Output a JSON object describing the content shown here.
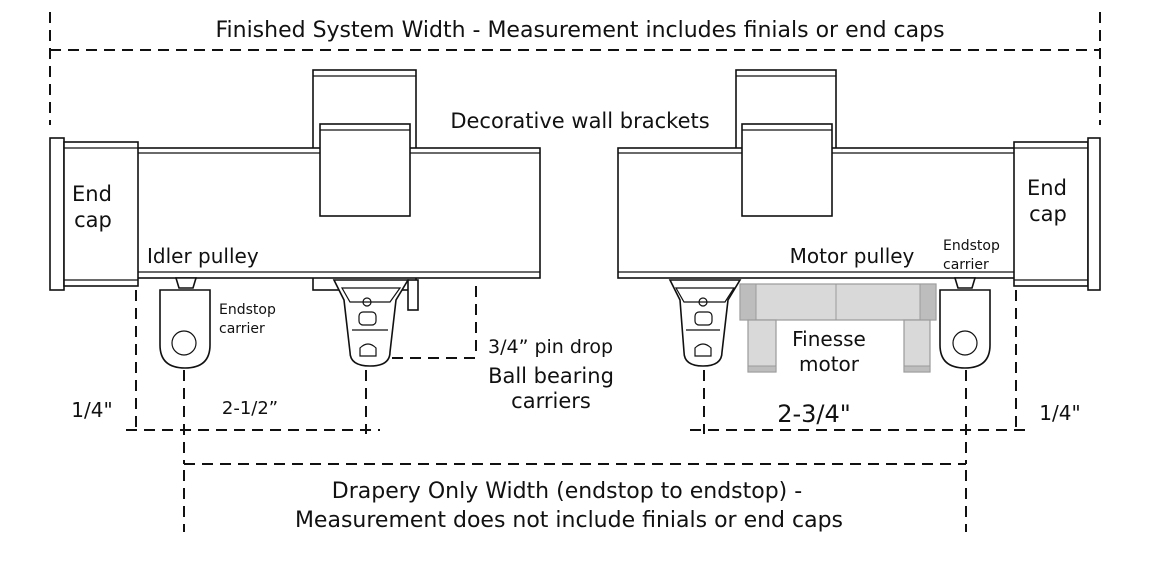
{
  "labels": {
    "finished_width": "Finished System Width - Measurement includes finials or end caps",
    "brackets": "Decorative wall brackets",
    "end_cap_left_1": "End",
    "end_cap_left_2": "cap",
    "end_cap_right_1": "End",
    "end_cap_right_2": "cap",
    "idler_pulley": "Idler pulley",
    "motor_pulley": "Motor pulley",
    "endstop_carrier_left_1": "Endstop",
    "endstop_carrier_left_2": "carrier",
    "endstop_carrier_right_1": "Endstop",
    "endstop_carrier_right_2": "carrier",
    "pin_drop": "3/4” pin drop",
    "ball_bearing_1": "Ball bearing",
    "ball_bearing_2": "carriers",
    "finesse_1": "Finesse",
    "finesse_2": "motor",
    "dim_quarter_left": "1/4\"",
    "dim_two_half": "2-1/2”",
    "dim_two_three_quarter": "2-3/4\"",
    "dim_quarter_right": "1/4\"",
    "drapery_width_1": "Drapery Only Width (endstop to endstop) -",
    "drapery_width_2": "Measurement does not include finials or end caps"
  },
  "icons": {
    "end_cap": "end-cap-icon",
    "bracket": "wall-bracket-icon",
    "carrier": "ball-bearing-carrier-icon",
    "endstop": "endstop-carrier-icon",
    "motor": "finesse-motor-icon"
  },
  "colors": {
    "line": "#111111",
    "motor_fill": "#d9d9d9",
    "background": "#ffffff"
  }
}
